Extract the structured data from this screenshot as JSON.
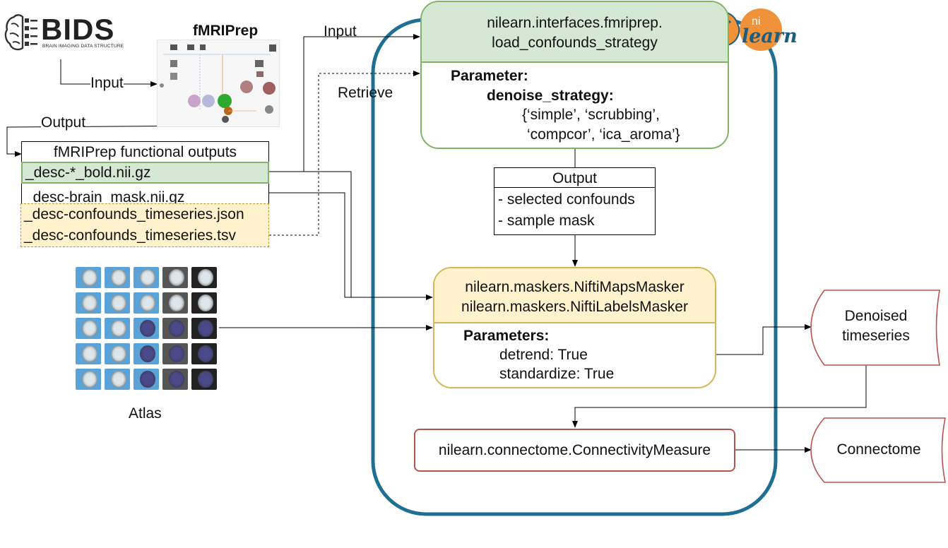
{
  "bids": {
    "title": "BIDS",
    "subtitle": "BRAIN IMAGING DATA STRUCTURE"
  },
  "fmriprep": {
    "title": "fMRIPrep"
  },
  "arrows": {
    "input_bids": "Input",
    "output_fmriprep": "Output",
    "input_nilearn": "Input",
    "retrieve": "Retrieve"
  },
  "outputs_table": {
    "header": "fMRIPrep functional outputs",
    "rows": [
      "_desc-*_bold.nii.gz",
      "_desc-brain_mask.nii.gz",
      "_desc-confounds_timeseries.json",
      "_desc-confounds_timeseries.tsv"
    ]
  },
  "atlas": {
    "label": "Atlas"
  },
  "nilearn_logo": {
    "top": "ni",
    "bottom": "learn"
  },
  "load_confounds": {
    "title_line1": "nilearn.interfaces.fmriprep.",
    "title_line2": "load_confounds_strategy",
    "param_heading": "Parameter:",
    "param_name": "denoise_strategy:",
    "values_line1": "{‘simple’, ‘scrubbing’,",
    "values_line2": "‘compcor’, ‘ica_aroma’}"
  },
  "output_box": {
    "title": "Output",
    "items": [
      "- selected confounds",
      "- sample mask"
    ]
  },
  "masker": {
    "title_line1": "nilearn.maskers.NiftiMapsMasker",
    "title_line2": "nilearn.maskers.NiftiLabelsMasker",
    "param_heading": "Parameters:",
    "params": [
      "detrend: True",
      "standardize: True"
    ]
  },
  "connectivity": {
    "label": "nilearn.connectome.ConnectivityMeasure"
  },
  "denoised": {
    "line1": "Denoised",
    "line2": "timeseries"
  },
  "connectome": {
    "label": "Connectome"
  },
  "colors": {
    "container": "#1f6f94",
    "green_fill": "#d5e8d4",
    "green_border": "#82b366",
    "yellow_fill": "#fff2cc",
    "yellow_border": "#d6b656",
    "red_border": "#b85450"
  }
}
